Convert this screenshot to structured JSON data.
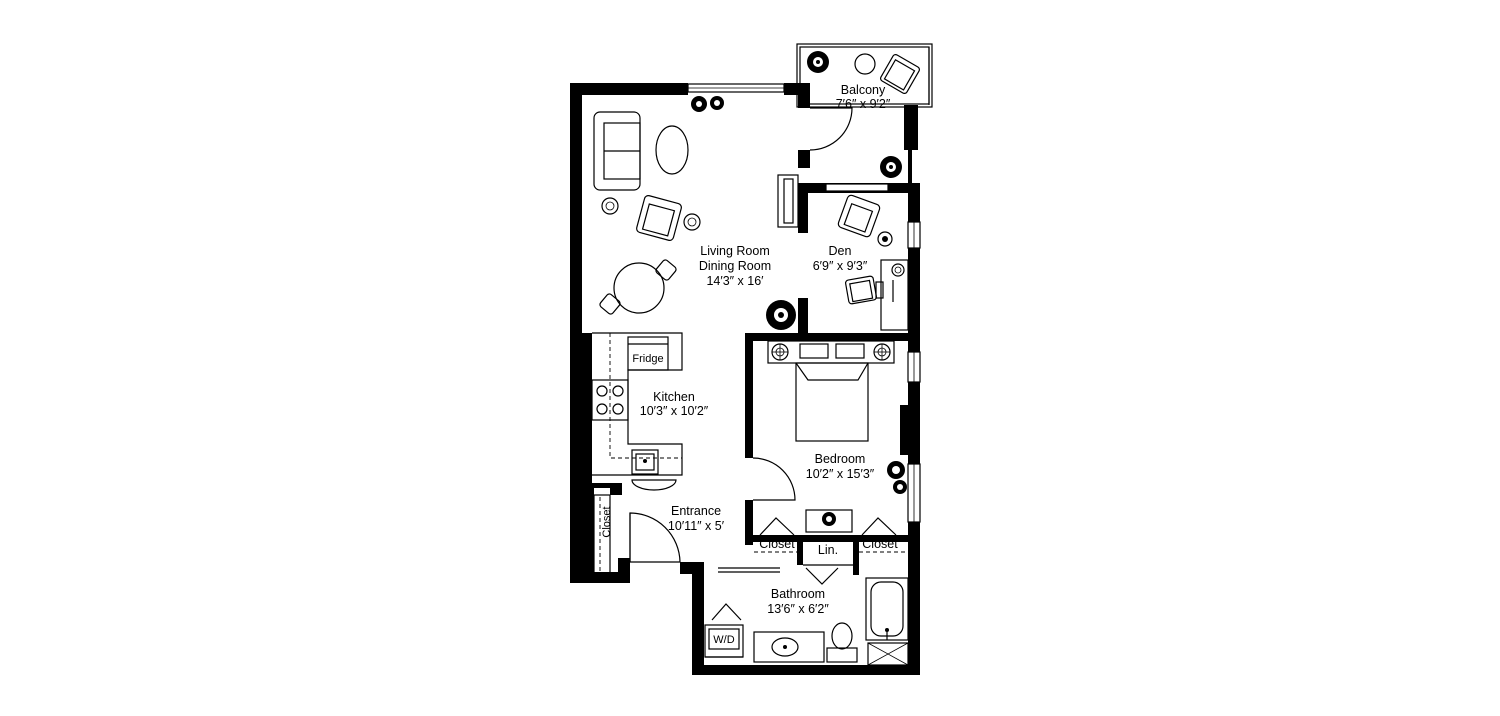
{
  "rooms": {
    "balcony": {
      "name": "Balcony",
      "size": "7′6″ x 9′2″"
    },
    "living": {
      "name_line1": "Living Room",
      "name_line2": "Dining Room",
      "size": "14′3″ x 16′"
    },
    "den": {
      "name": "Den",
      "size": "6′9″ x 9′3″"
    },
    "kitchen": {
      "name": "Kitchen",
      "size": "10′3″ x 10′2″"
    },
    "bedroom": {
      "name": "Bedroom",
      "size": "10′2″ x 15′3″"
    },
    "entrance": {
      "name": "Entrance",
      "size": "10′11″ x 5′"
    },
    "bathroom": {
      "name": "Bathroom",
      "size": "13′6″ x 6′2″"
    }
  },
  "labels": {
    "fridge": "Fridge",
    "closet_entry": "Closet",
    "closet_left": "Closet",
    "closet_right": "Closet",
    "linen": "Lin.",
    "washer_dryer": "W/D"
  }
}
